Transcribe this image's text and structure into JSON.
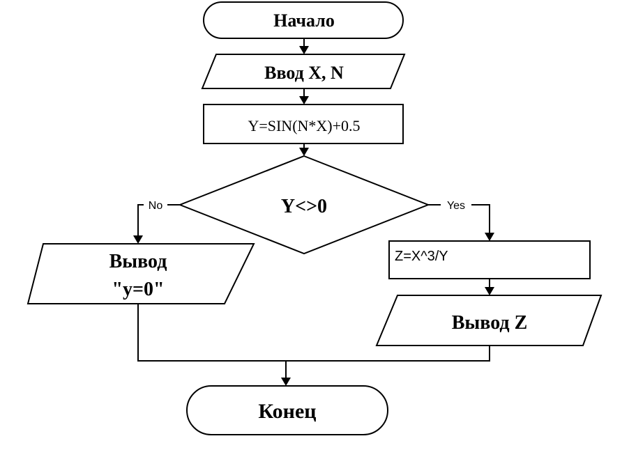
{
  "flowchart": {
    "start": {
      "label": "Начало"
    },
    "input": {
      "label": "Ввод X, N"
    },
    "compute": {
      "label": "Y=SIN(N*X)+0.5"
    },
    "decision": {
      "label": "Y<>0"
    },
    "branch_no": {
      "label": "No"
    },
    "branch_yes": {
      "label": "Yes"
    },
    "output_zero": {
      "line1": "Вывод",
      "line2": "\"y=0\""
    },
    "compute_z": {
      "label": "Z=X^3/Y"
    },
    "output_z": {
      "label": "Вывод Z"
    },
    "end": {
      "label": "Конец"
    }
  }
}
